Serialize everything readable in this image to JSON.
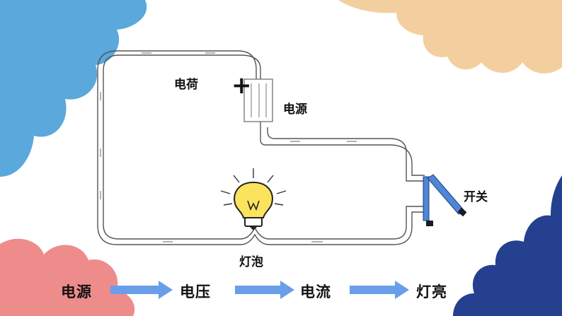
{
  "labels": {
    "charge": "电荷",
    "source": "电源",
    "switch": "开关",
    "bulb": "灯泡",
    "plus_sign": "+"
  },
  "flow": [
    "电源",
    "电压",
    "电流",
    "灯亮"
  ],
  "colors": {
    "cloud_blue": "#5aa8dc",
    "cloud_peach": "#f3cf9f",
    "cloud_pink": "#ee8c8c",
    "cloud_navy": "#24408f",
    "arrow_blue": "#6a9ee8",
    "switch_blue": "#4f86d6",
    "bulb_yellow": "#fbe35e"
  }
}
